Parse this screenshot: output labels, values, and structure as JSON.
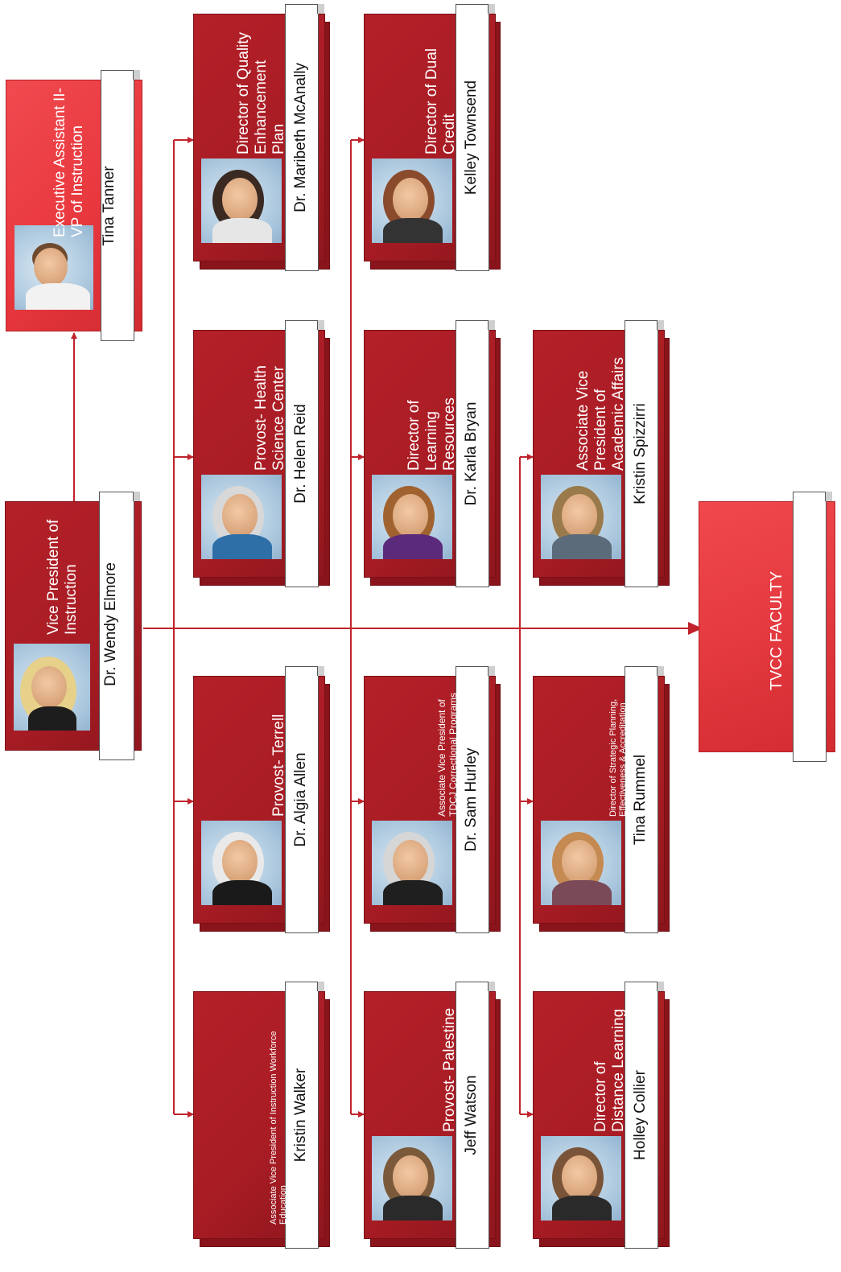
{
  "chart": {
    "faculty_label": "TVCC FACULTY"
  },
  "people": {
    "vp": {
      "name": "Dr. Wendy Elmore",
      "title": "Vice President of Instruction"
    },
    "assistant": {
      "name": "Tina Tanner",
      "title": "Executive Assistant II- VP of Instruction"
    },
    "walker": {
      "name": "Kristin Walker",
      "title": "Associate Vice President of Instruction Workforce Education"
    },
    "allen": {
      "name": "Dr. Algia Allen",
      "title": "Provost- Terrell"
    },
    "reid": {
      "name": "Dr. Helen Reid",
      "title": "Provost- Health Science Center"
    },
    "mcanally": {
      "name": "Dr. Maribeth McAnally",
      "title": "Director of Quality Enhancement Plan"
    },
    "watson": {
      "name": "Jeff Watson",
      "title": "Provost- Palestine"
    },
    "hurley": {
      "name": "Dr. Sam Hurley",
      "title": "Associate Vice President of TDCJ Correctional Programs"
    },
    "bryan": {
      "name": "Dr. Karla Bryan",
      "title": "Director of Learning Resources"
    },
    "townsend": {
      "name": "Kelley Townsend",
      "title": "Director of Dual Credit"
    },
    "collier": {
      "name": "Holley Collier",
      "title": "Director of Distance Learning"
    },
    "rummel": {
      "name": "Tina Rummel",
      "title": "Director of Strategic Planning, Effectiveness & Accreditation"
    },
    "spizzirri": {
      "name": "Kristin Spizzirri",
      "title": "Associate Vice President of Academic Affairs"
    }
  },
  "colors": {
    "primary_red": "#a81c24",
    "light_red": "#e8383e",
    "connector": "#c0232b"
  }
}
